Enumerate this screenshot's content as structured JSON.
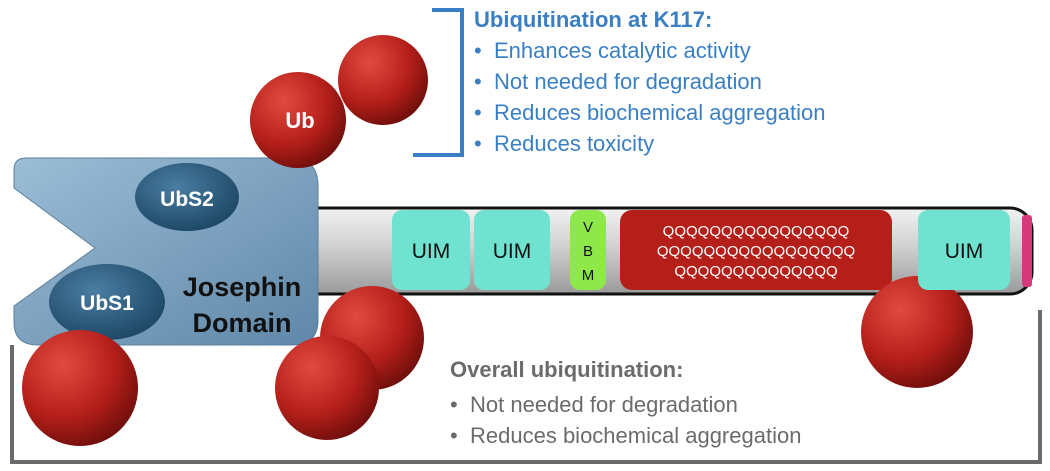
{
  "top_annotation": {
    "title": "Ubiquitination at K117:",
    "bullets": [
      "Enhances catalytic activity",
      "Not needed for degradation",
      "Reduces biochemical aggregation",
      "Reduces toxicity"
    ],
    "color": "#3a7fc4"
  },
  "bottom_annotation": {
    "title": "Overall ubiquitination:",
    "bullets": [
      "Not needed for degradation",
      "Reduces biochemical aggregation"
    ],
    "color": "#6b6b6b"
  },
  "josephin_domain": {
    "label_line1": "Josephin",
    "label_line2": "Domain",
    "color": "#7ea6c4",
    "sites": [
      {
        "label": "UbS2"
      },
      {
        "label": "UbS1"
      }
    ]
  },
  "ubiquitin": {
    "label": "Ub",
    "color": "#b51f1a"
  },
  "domains": {
    "uim1": "UIM",
    "uim2": "UIM",
    "vbm": [
      "V",
      "B",
      "M"
    ],
    "polyq": [
      "QQQQQQQQQQQQQQQQ",
      "QQQQQQQQQQQQQQQQQ",
      "QQQQQQQQQQQQQQ"
    ],
    "uim3": "UIM"
  },
  "colors": {
    "uim": "#6fe3cf",
    "vbm": "#8fe84a",
    "polyq": "#b51f1a",
    "tail_end": "#d63a7a",
    "backbone": "#d8d8d8"
  }
}
